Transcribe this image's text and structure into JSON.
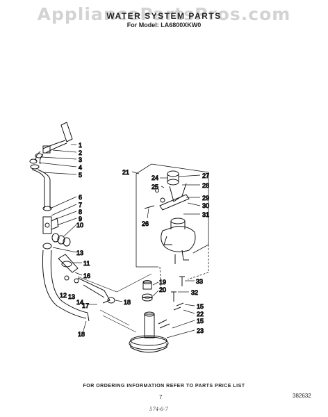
{
  "header": {
    "watermark": "AppliancePartsPros.com",
    "title": "WATER SYSTEM PARTS",
    "model_line": "For Model: LA6800XKW0"
  },
  "callouts": {
    "n1": "1",
    "n2": "2",
    "n3": "3",
    "n4": "4",
    "n5": "5",
    "n6": "6",
    "n7": "7",
    "n8": "8",
    "n9": "9",
    "n10": "10",
    "n11": "11",
    "n12": "12",
    "n13a": "13",
    "n13b": "13",
    "n14": "14",
    "n15a": "15",
    "n15b": "15",
    "n16": "16",
    "n17": "17",
    "n18a": "18",
    "n18b": "18",
    "n19": "19",
    "n20": "20",
    "n21": "21",
    "n22": "22",
    "n23": "23",
    "n24": "24",
    "n25": "25",
    "n26": "26",
    "n27": "27",
    "n28": "28",
    "n29": "29",
    "n30": "30",
    "n31": "31",
    "n32": "32",
    "n33": "33"
  },
  "footer": {
    "ordering_note": "FOR ORDERING INFORMATION REFER TO PARTS PRICE LIST",
    "page_number": "7",
    "doc_number": "382632",
    "handwritten_note": "574-6-7"
  }
}
